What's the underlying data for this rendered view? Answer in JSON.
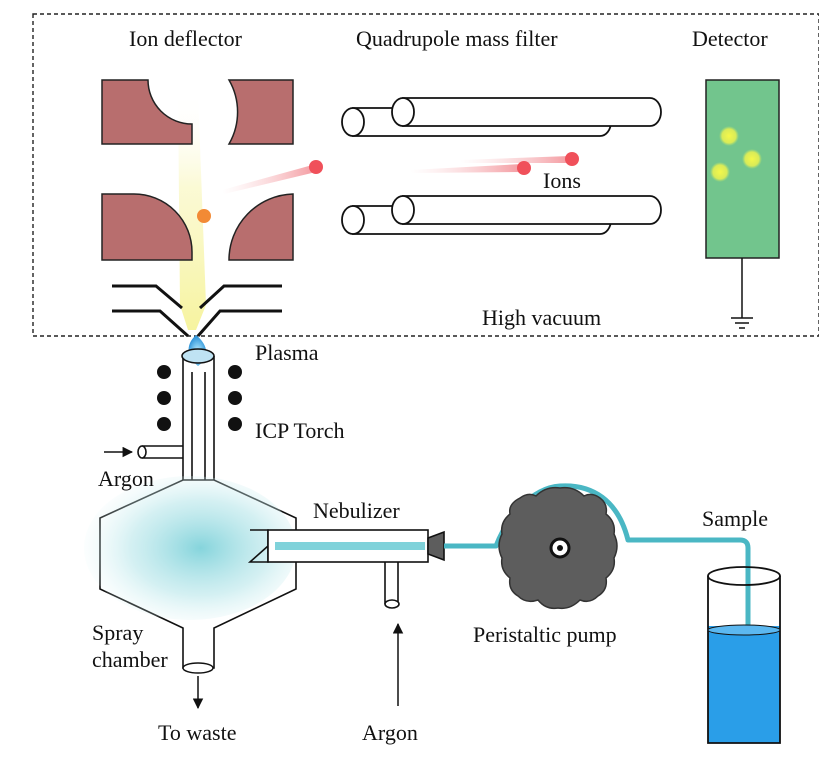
{
  "labels": {
    "ion_deflector": "Ion deflector",
    "quadrupole": "Quadrupole mass filter",
    "detector": "Detector",
    "ions": "Ions",
    "high_vacuum": "High vacuum",
    "plasma": "Plasma",
    "icp_torch": "ICP Torch",
    "argon_torch": "Argon",
    "nebulizer": "Nebulizer",
    "sample": "Sample",
    "spray_chamber_line1": "Spray",
    "spray_chamber_line2": "chamber",
    "peristaltic_pump": "Peristaltic pump",
    "to_waste": "To waste",
    "argon_nebulizer": "Argon"
  },
  "colors": {
    "deflector_plates": "#b86e6e",
    "detector_panel": "#72c58d",
    "detector_spots": "#e9f542",
    "ion_red": "#f0505a",
    "ion_orange": "#f28a35",
    "beam_yellow": "#f5f29a",
    "tubing": "#4ab7c4",
    "sample_liquid": "#2a9ee8",
    "pump_body": "#5d5d5d",
    "mist": "#9fdde3",
    "plasma_flame": "#3fa9e8"
  }
}
